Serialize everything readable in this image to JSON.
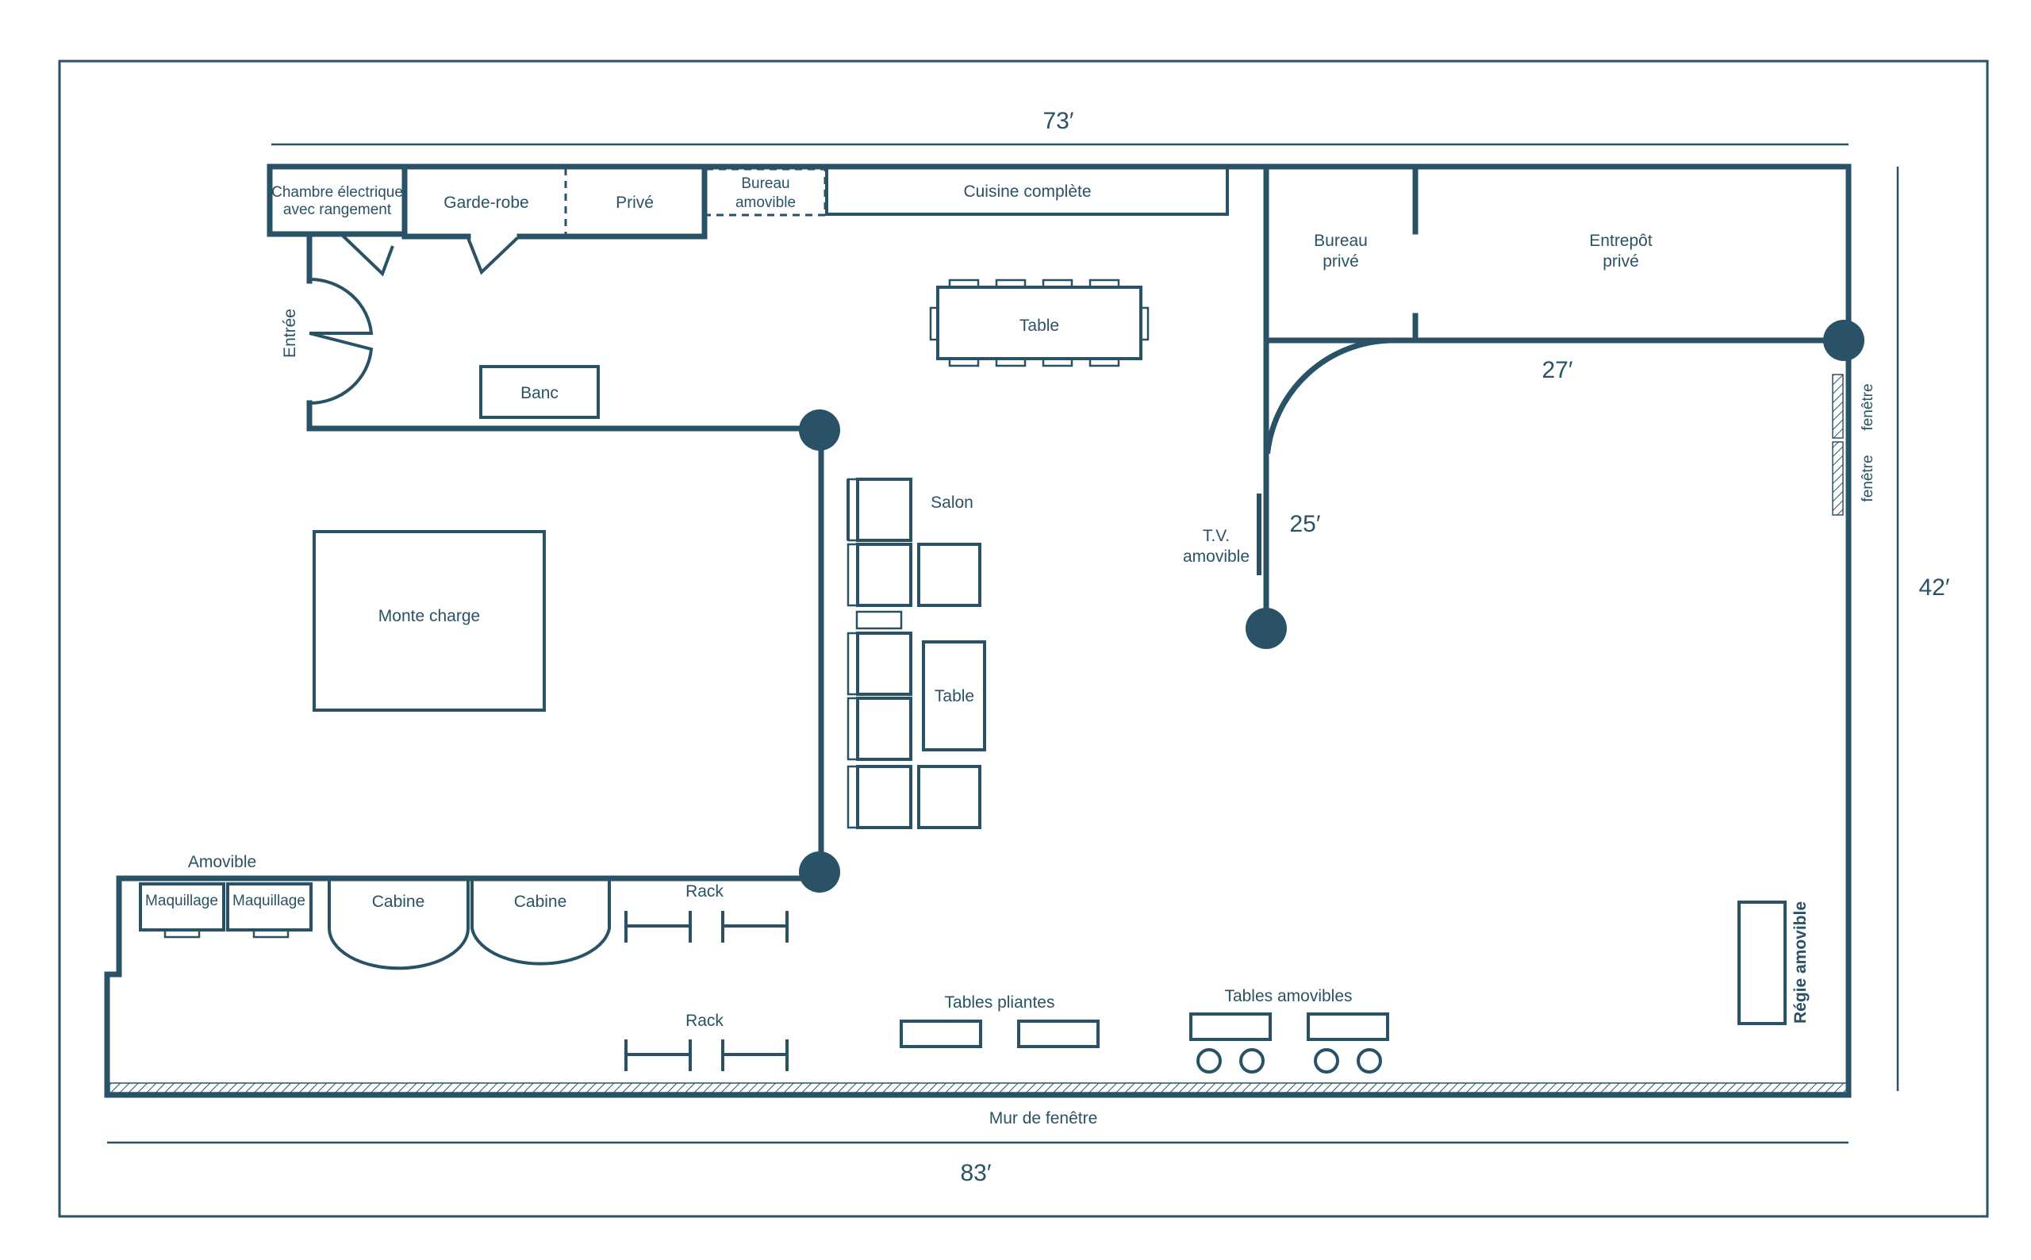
{
  "dimensions": {
    "top": "73′",
    "bottom": "83′",
    "right": "42′",
    "inner_horizontal": "27′",
    "inner_vertical": "25′"
  },
  "rooms": {
    "electrical_line1": "Chambre électrique",
    "electrical_line2": "avec rangement",
    "wardrobe": "Garde-robe",
    "private": "Privé",
    "mobile_office_line1": "Bureau",
    "mobile_office_line2": "amovible",
    "kitchen": "Cuisine complète",
    "private_office_line1": "Bureau",
    "private_office_line2": "privé",
    "storage_line1": "Entrepôt",
    "storage_line2": "privé",
    "entrance": "Entrée",
    "freight_elevator": "Monte charge"
  },
  "furniture": {
    "dining_table": "Table",
    "bench": "Banc",
    "lounge": "Salon",
    "lounge_table": "Table",
    "tv_line1": "T.V.",
    "tv_line2": "amovible",
    "window_upper": "fenêtre",
    "window_lower": "fenêtre",
    "removable": "Amovible",
    "makeup_1": "Maquillage",
    "makeup_2": "Maquillage",
    "cabin_1": "Cabine",
    "cabin_2": "Cabine",
    "rack_top": "Rack",
    "rack_bottom": "Rack",
    "folding_tables": "Tables pliantes",
    "mobile_tables": "Tables amovibles",
    "mobile_control_room": "Régie amovible",
    "window_wall": "Mur de fenêtre"
  },
  "colors": {
    "ink": "#2a5266",
    "background": "#ffffff"
  }
}
